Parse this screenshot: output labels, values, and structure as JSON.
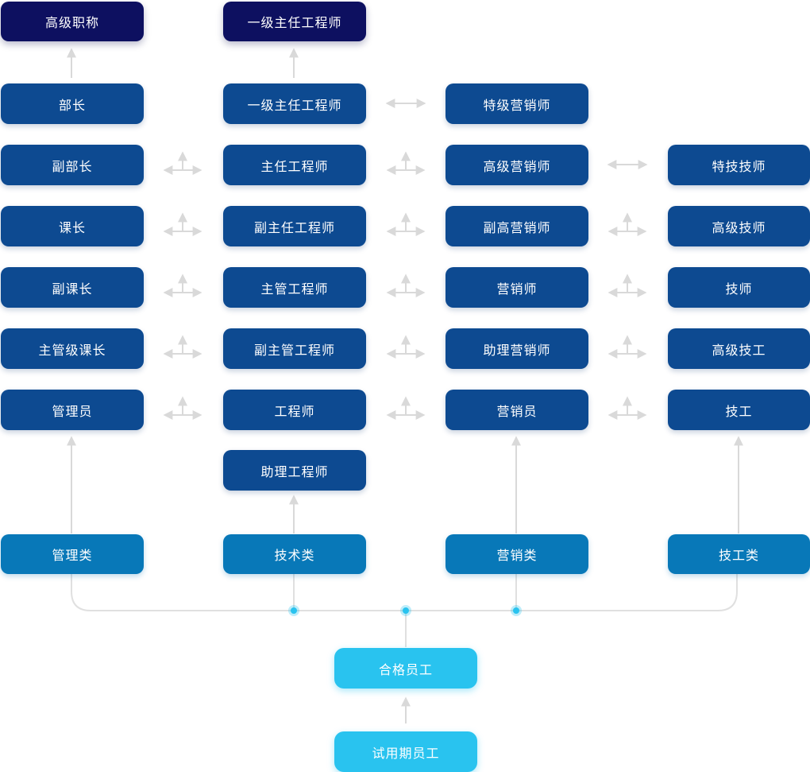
{
  "peak_titles": {
    "management": "高级职称",
    "technical": "一级主任工程师"
  },
  "tracks": {
    "management": {
      "category": "管理类",
      "levels": [
        "部长",
        "副部长",
        "课长",
        "副课长",
        "主管级课长",
        "管理员"
      ]
    },
    "technical": {
      "category": "技术类",
      "levels": [
        "一级主任工程师",
        "主任工程师",
        "副主任工程师",
        "主管工程师",
        "副主管工程师",
        "工程师",
        "助理工程师"
      ]
    },
    "marketing": {
      "category": "营销类",
      "levels": [
        "特级营销师",
        "高级营销师",
        "副高营销师",
        "营销师",
        "助理营销师",
        "营销员"
      ]
    },
    "skilled": {
      "category": "技工类",
      "levels": [
        "特技技师",
        "高级技师",
        "技师",
        "高级技工",
        "技工"
      ]
    }
  },
  "base_levels": {
    "qualified": "合格员工",
    "probation": "试用期员工"
  },
  "colors": {
    "peak": "#0d1060",
    "level": "#0d4a91",
    "category": "#0878b8",
    "base": "#29c3ef",
    "connector": "#d9d9d9"
  }
}
